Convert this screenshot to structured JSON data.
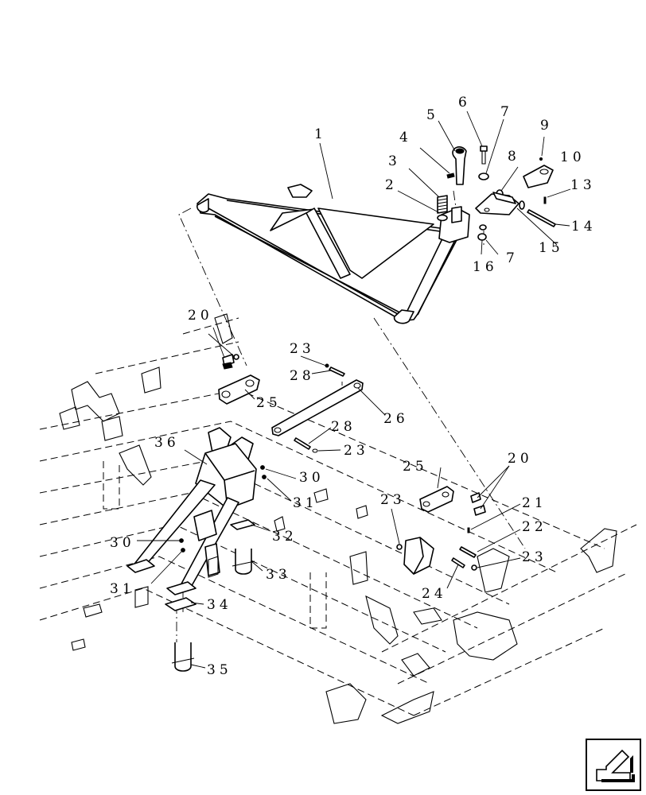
{
  "callouts": [
    {
      "id": "c1",
      "text": "1"
    },
    {
      "id": "c2",
      "text": "2"
    },
    {
      "id": "c3",
      "text": "3"
    },
    {
      "id": "c4",
      "text": "4"
    },
    {
      "id": "c5",
      "text": "5"
    },
    {
      "id": "c6",
      "text": "6"
    },
    {
      "id": "c7a",
      "text": "7"
    },
    {
      "id": "c8",
      "text": "8"
    },
    {
      "id": "c9",
      "text": "9"
    },
    {
      "id": "c10",
      "text": "10"
    },
    {
      "id": "c13",
      "text": "13"
    },
    {
      "id": "c14",
      "text": "14"
    },
    {
      "id": "c15",
      "text": "15"
    },
    {
      "id": "c16",
      "text": "16"
    },
    {
      "id": "c7b",
      "text": "7"
    },
    {
      "id": "c20a",
      "text": "20"
    },
    {
      "id": "c23a",
      "text": "23"
    },
    {
      "id": "c28a",
      "text": "28"
    },
    {
      "id": "c25a",
      "text": "25"
    },
    {
      "id": "c26",
      "text": "26"
    },
    {
      "id": "c28b",
      "text": "28"
    },
    {
      "id": "c23b",
      "text": "23"
    },
    {
      "id": "c36",
      "text": "36"
    },
    {
      "id": "c30a",
      "text": "30"
    },
    {
      "id": "c31a",
      "text": "31"
    },
    {
      "id": "c25b",
      "text": "25"
    },
    {
      "id": "c20b",
      "text": "20"
    },
    {
      "id": "c23c",
      "text": "23"
    },
    {
      "id": "c21",
      "text": "21"
    },
    {
      "id": "c22",
      "text": "22"
    },
    {
      "id": "c32",
      "text": "32"
    },
    {
      "id": "c30b",
      "text": "30"
    },
    {
      "id": "c33",
      "text": "33"
    },
    {
      "id": "c23d",
      "text": "23"
    },
    {
      "id": "c24",
      "text": "24"
    },
    {
      "id": "c31b",
      "text": "31"
    },
    {
      "id": "c34",
      "text": "34"
    },
    {
      "id": "c35",
      "text": "35"
    }
  ],
  "nav_icon": "previous-page-arrow-icon"
}
